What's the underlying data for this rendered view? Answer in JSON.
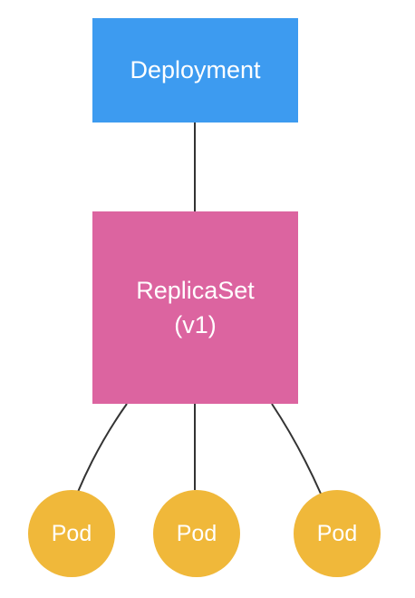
{
  "diagram": {
    "deployment": {
      "label": "Deployment",
      "color": "#3d9bf0"
    },
    "replicaset": {
      "label": "ReplicaSet",
      "version": "(v1)",
      "color": "#dc64a0"
    },
    "pods": [
      {
        "label": "Pod",
        "color": "#f0b83a"
      },
      {
        "label": "Pod",
        "color": "#f0b83a"
      },
      {
        "label": "Pod",
        "color": "#f0b83a"
      }
    ],
    "connector_color": "#333333"
  }
}
